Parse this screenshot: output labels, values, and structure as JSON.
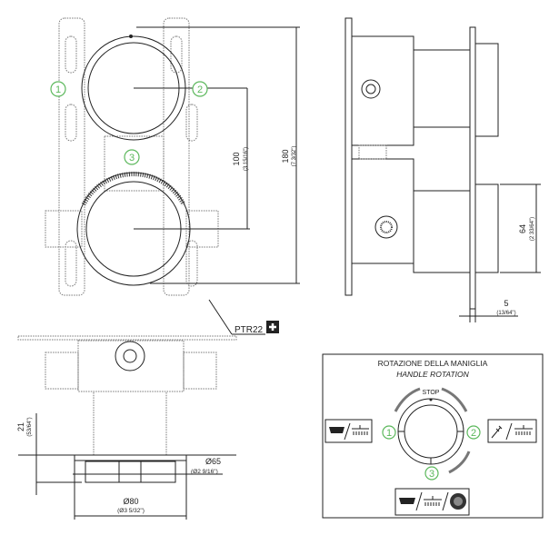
{
  "front_view": {
    "labels": [
      "1",
      "2",
      "3"
    ],
    "dim_100": "100",
    "dim_100_in": "(3 15/16\")",
    "dim_180": "180",
    "dim_180_in": "(7 3/32\")",
    "accessory_code": "PTR22",
    "accessory_icon": "plus-icon"
  },
  "side_view": {
    "dim_64": "64",
    "dim_64_in": "(2 33/64\")",
    "dim_5": "5",
    "dim_5_in": "(13/64\")"
  },
  "bottom_view": {
    "dim_21": "21",
    "dim_21_in": "(53/64\")",
    "dim_65": "Ø65",
    "dim_65_in": "(Ø2 9/16\")",
    "dim_80": "Ø80",
    "dim_80_in": "(Ø3 5/32\")"
  },
  "handle_rotation": {
    "title_it": "ROTAZIONE DELLA MANIGLIA",
    "title_en": "HANDLE ROTATION",
    "stop": "STOP",
    "positions": [
      {
        "label": "1",
        "icons": [
          "bathtub-icon",
          "overhead-shower-icon"
        ]
      },
      {
        "label": "2",
        "icons": [
          "hand-shower-icon",
          "overhead-shower-icon"
        ]
      },
      {
        "label": "3",
        "icons": [
          "bathtub-icon",
          "overhead-shower-icon",
          "body-jet-icon"
        ]
      }
    ],
    "accent_color": "#5cb85c"
  }
}
